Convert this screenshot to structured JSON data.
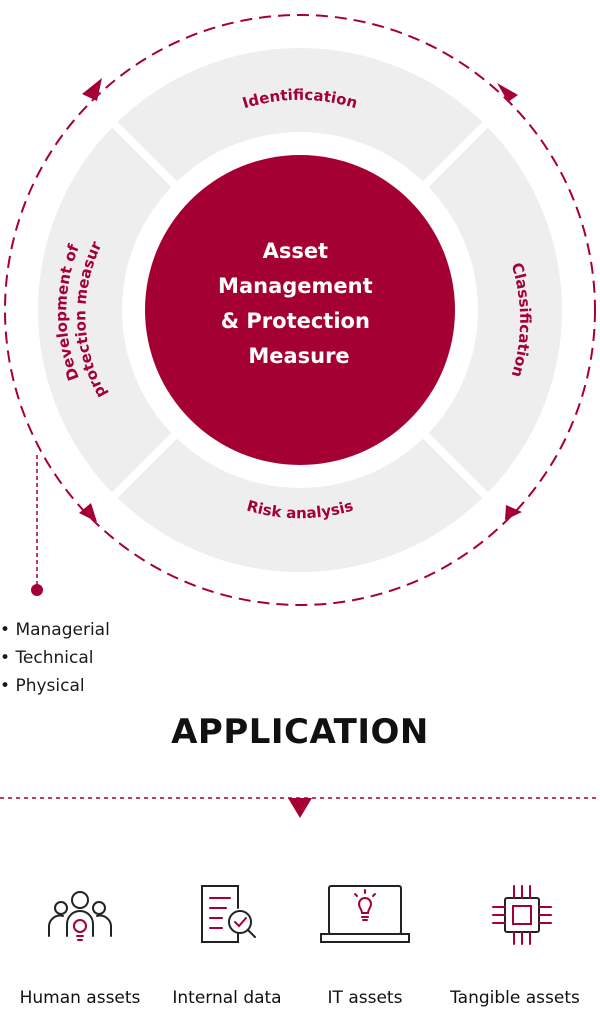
{
  "cycle": {
    "center_title": [
      "Asset",
      "Management",
      "& Protection",
      "Measure"
    ],
    "segments": {
      "top": "Identification",
      "right": "Classification",
      "bottom": "Risk analysis",
      "left_line1": "Development of",
      "left_line2": "protection measure"
    },
    "colors": {
      "accent": "#a50034",
      "ring": "#eeeeee",
      "separator": "#ffffff"
    }
  },
  "measures": [
    "Managerial",
    "Technical",
    "Physical"
  ],
  "application_title": "APPLICATION",
  "assets": [
    {
      "label": "Human assets",
      "icon": "people-icon"
    },
    {
      "label": "Internal data",
      "icon": "document-search-icon"
    },
    {
      "label": "IT assets",
      "icon": "laptop-lightbulb-icon"
    },
    {
      "label": "Tangible assets",
      "icon": "chip-icon"
    }
  ]
}
